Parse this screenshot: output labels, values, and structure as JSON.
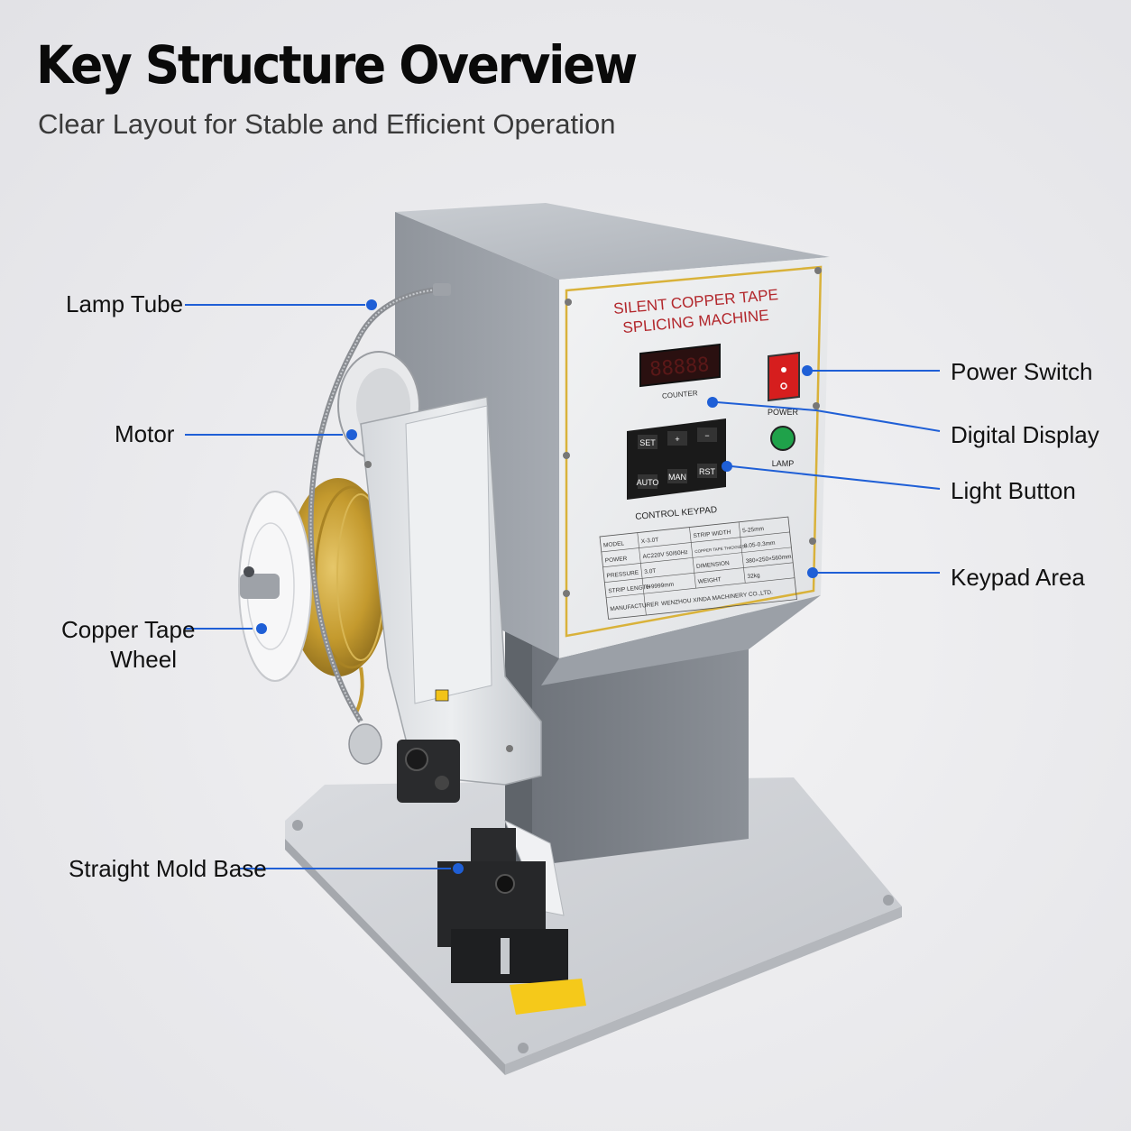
{
  "header": {
    "title": "Key Structure Overview",
    "subtitle": "Clear Layout for Stable and Efficient Operation"
  },
  "callouts": {
    "lamp_tube": "Lamp Tube",
    "motor": "Motor",
    "copper_wheel_line1": "Copper Tape",
    "copper_wheel_line2": "Wheel",
    "straight_mold_base": "Straight Mold Base",
    "power_switch": "Power Switch",
    "digital_display": "Digital Display",
    "light_button": "Light Button",
    "keypad_area": "Keypad Area"
  },
  "machine_panel": {
    "title_line1": "SILENT COPPER TAPE",
    "title_line2": "SPLICING MACHINE",
    "counter_label": "COUNTER",
    "power_label": "POWER",
    "lamp_label": "LAMP",
    "keypad_label": "CONTROL KEYPAD",
    "keys": {
      "set": "SET",
      "plus": "+",
      "minus": "−",
      "auto": "AUTO",
      "man": "MAN",
      "rst": "RST"
    },
    "spec_rows": [
      [
        "MODEL",
        "X-3.0T",
        "STRIP WIDTH",
        "5-25mm"
      ],
      [
        "POWER",
        "AC220V 50/60Hz",
        "COPPER TAPE THICKNESS",
        "0.05-0.3mm"
      ],
      [
        "PRESSURE",
        "3.0T",
        "DIMENSION",
        "380×250×560mm"
      ],
      [
        "STRIP LENGTH",
        "0-9999mm",
        "WEIGHT",
        "32kg"
      ]
    ],
    "manufacturer_label": "MANUFACTURER",
    "manufacturer": "WENZHOU XINDA MACHINERY CO.,LTD."
  },
  "colors": {
    "callout_line": "#1f5fd6",
    "panel_border": "#d9b23a",
    "panel_text_red": "#b2262b",
    "power_switch": "#d61e1e",
    "lamp_button": "#1fa24a",
    "copper": "#c9a43a"
  }
}
